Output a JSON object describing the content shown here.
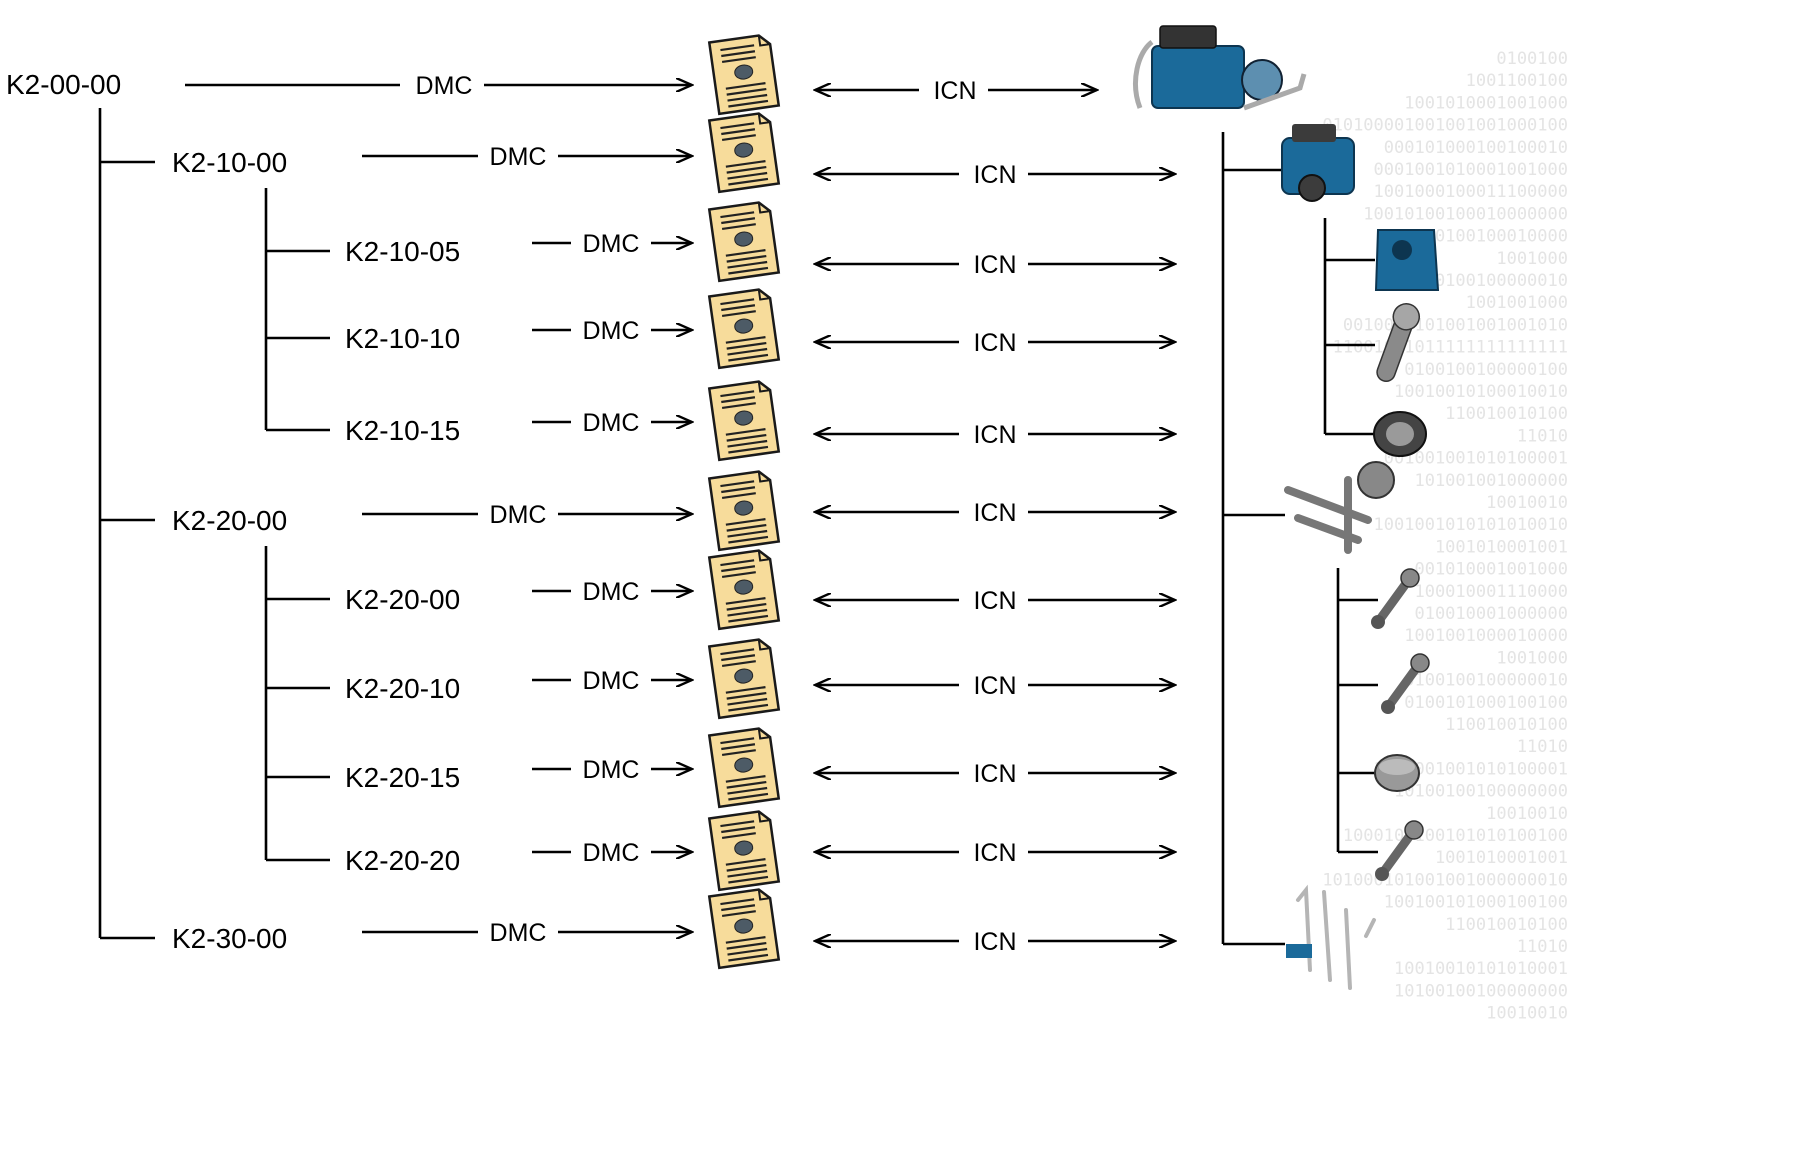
{
  "document_link_label": "DMC",
  "image_link_label": "ICN",
  "nodes": [
    {
      "code": "K2-00-00",
      "level": 0
    },
    {
      "code": "K2-10-00",
      "level": 1
    },
    {
      "code": "K2-10-05",
      "level": 2
    },
    {
      "code": "K2-10-10",
      "level": 2
    },
    {
      "code": "K2-10-15",
      "level": 2
    },
    {
      "code": "K2-20-00",
      "level": 1
    },
    {
      "code": "K2-20-00",
      "level": 2
    },
    {
      "code": "K2-20-10",
      "level": 2
    },
    {
      "code": "K2-20-15",
      "level": 2
    },
    {
      "code": "K2-20-20",
      "level": 2
    },
    {
      "code": "K2-30-00",
      "level": 1
    }
  ],
  "binary_background": [
    "0100100",
    "1001100100",
    "1001010001001000",
    "010100001001001001000100",
    "000101000100100010",
    "0001001010001001000",
    "1001000100011100000",
    "10010100100010000000",
    "0100100010000",
    "1001000",
    "10100100100000010",
    "1001001000",
    "0010010101001001001010",
    "11001001011111111111111",
    "0100100100000100",
    "10010010100010010",
    "110010010100",
    "11010",
    "001001001010100001",
    "101001001000000",
    "10010010",
    "1001001010101010010",
    "1001010001001",
    "001010001001000",
    "100010001110000",
    "010010001000000",
    "1001001000010000",
    "1001000",
    "0100100100000010",
    "0100101000100100",
    "110010010100",
    "11010",
    "1001001001010100001",
    "10100100100000000",
    "10010010",
    "1000100100101010100100",
    "1001010001001",
    "101000101001001000000010",
    "100100101000100100",
    "110010010100",
    "11010",
    "10010010101010001",
    "10100100100000000",
    "10010010"
  ],
  "colors": {
    "document_fill": "#f7dc9b",
    "document_outline": "#1a1a1a",
    "component_blue": "#1b6a9a",
    "component_grey": "#8a8a8a",
    "binary_text": "#e4e4e4"
  }
}
